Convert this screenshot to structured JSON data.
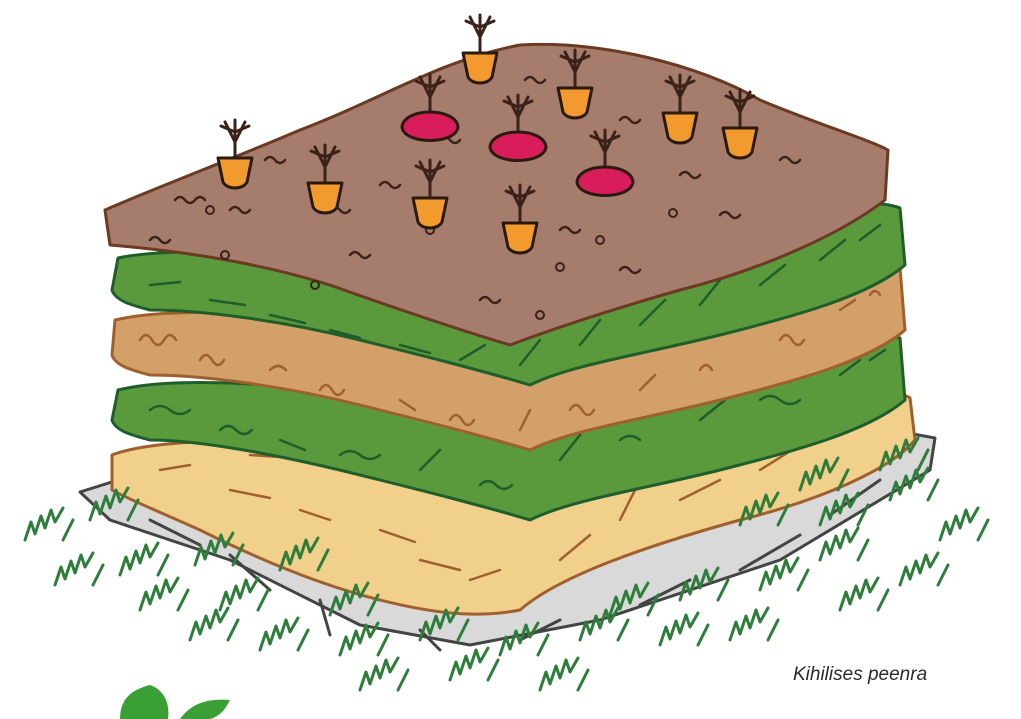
{
  "caption": "Kihilises peenra",
  "colors": {
    "outline_soil": "#6b3a22",
    "soil": "#a67c6d",
    "green_layer": "#5a9a3c",
    "green_outline": "#1f5e2a",
    "straw_layer": "#d4a06a",
    "straw_outline": "#a0602d",
    "sand_layer": "#f1d08c",
    "cardboard": "#d9d9d9",
    "cardboard_outline": "#444444",
    "carrot": "#f29a2e",
    "beet": "#d81d5a",
    "grass": "#2e7d3a",
    "leaf": "#3aa035"
  },
  "plants": [
    {
      "kind": "carrot",
      "icon": "carrot-icon"
    },
    {
      "kind": "carrot",
      "icon": "carrot-icon"
    },
    {
      "kind": "carrot",
      "icon": "carrot-icon"
    },
    {
      "kind": "carrot",
      "icon": "carrot-icon"
    },
    {
      "kind": "carrot",
      "icon": "carrot-icon"
    },
    {
      "kind": "carrot",
      "icon": "carrot-icon"
    },
    {
      "kind": "carrot",
      "icon": "carrot-icon"
    },
    {
      "kind": "carrot",
      "icon": "carrot-icon"
    },
    {
      "kind": "beet",
      "icon": "beet-icon"
    },
    {
      "kind": "beet",
      "icon": "beet-icon"
    },
    {
      "kind": "beet",
      "icon": "beet-icon"
    }
  ]
}
